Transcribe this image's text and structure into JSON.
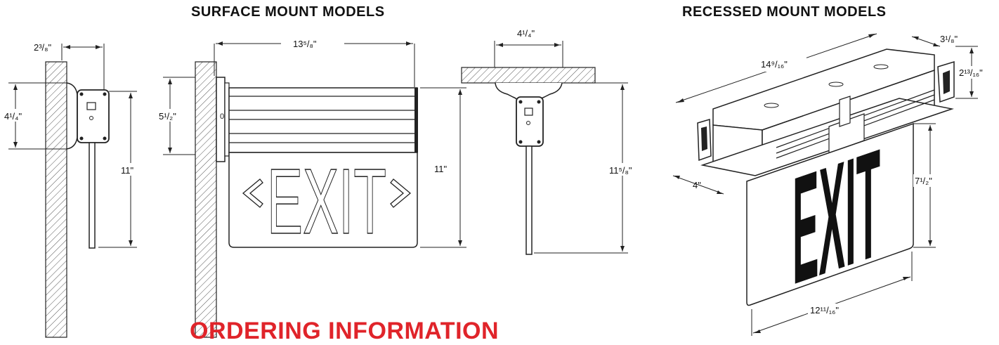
{
  "headings": {
    "surface": "SURFACE MOUNT MODELS",
    "recessed": "RECESSED MOUNT MODELS",
    "ordering": "ORDERING INFORMATION"
  },
  "sign_text": "EXIT",
  "dimensions": {
    "side_depth": "2³/₈\"",
    "side_box_height": "4¹/₄\"",
    "side_total_height": "11\"",
    "front_width": "13⁵/₈\"",
    "front_canopy_height": "5¹/₂\"",
    "front_total_height": "11\"",
    "pendant_canopy_width": "4¹/₄\"",
    "pendant_total_height": "11⁵/₈\"",
    "recessed_length": "14⁹/₁₆\"",
    "recessed_width": "3¹/₈\"",
    "recessed_height": "2¹³/₁₆\"",
    "recessed_depth": "4\"",
    "recessed_panel_height": "7¹/₂\"",
    "recessed_panel_width": "12¹¹/₁₆\""
  },
  "colors": {
    "ordering_red": "#e0242a",
    "ink": "#111111"
  }
}
